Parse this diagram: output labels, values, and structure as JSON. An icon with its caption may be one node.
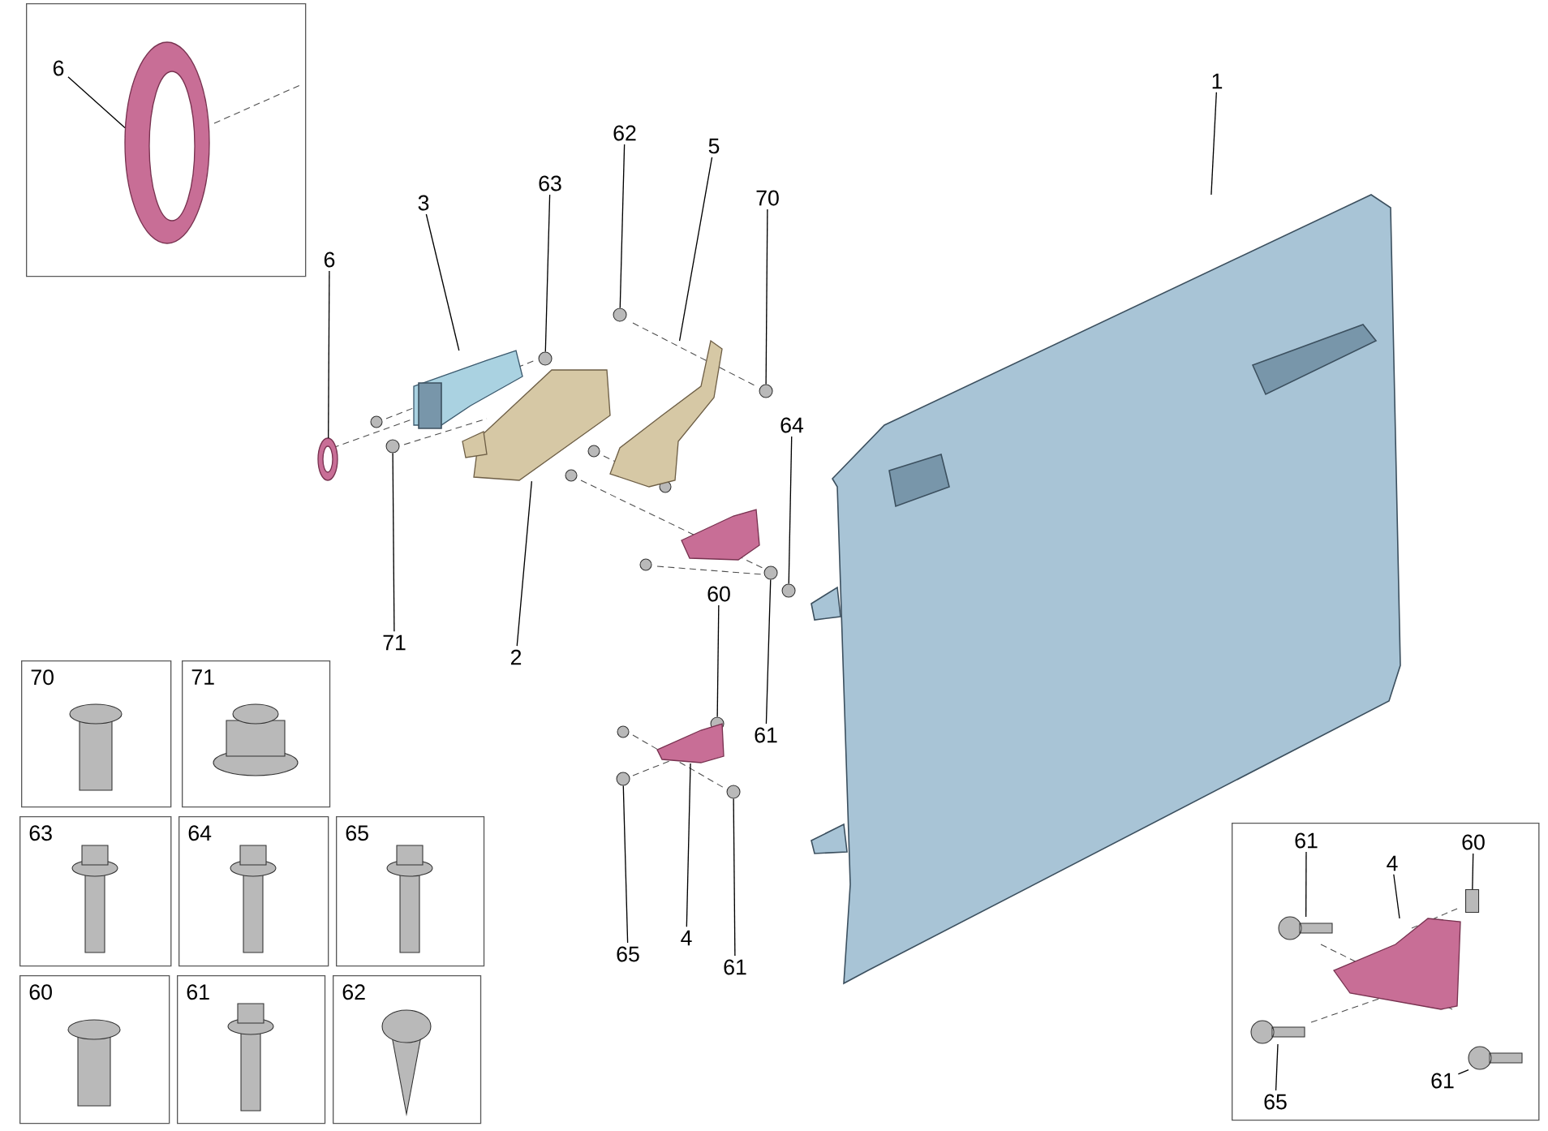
{
  "diagram": {
    "nodes": [
      {
        "text": [
          "1"
        ]
      },
      {
        "text": [
          "5"
        ]
      },
      {
        "text": [
          "70"
        ]
      },
      {
        "text": [
          "62"
        ]
      },
      {
        "text": [
          "63"
        ]
      },
      {
        "text": [
          "3"
        ]
      },
      {
        "text": [
          "6"
        ]
      },
      {
        "text": [
          "64"
        ]
      },
      {
        "text": [
          "60"
        ]
      },
      {
        "text": [
          "61"
        ]
      },
      {
        "text": [
          "71"
        ]
      },
      {
        "text": [
          "2"
        ]
      },
      {
        "text": [
          "65"
        ]
      },
      {
        "text": [
          "4"
        ]
      },
      {
        "text": [
          "61"
        ]
      },
      {
        "text": [],
        "shape": "box"
      },
      {
        "text": [
          "6"
        ],
        "in": 15
      },
      {
        "text": [],
        "shape": "box"
      },
      {
        "text": [
          "61"
        ],
        "in": 17
      },
      {
        "text": [
          "4"
        ],
        "in": 17
      },
      {
        "text": [
          "60"
        ],
        "in": 17
      },
      {
        "text": [
          "65"
        ],
        "in": 17
      },
      {
        "text": [
          "61"
        ],
        "in": 17
      },
      {
        "text": [
          "70"
        ]
      },
      {
        "text": [
          "71"
        ]
      },
      {
        "text": [
          "63"
        ]
      },
      {
        "text": [
          "64"
        ]
      },
      {
        "text": [
          "65"
        ]
      },
      {
        "text": [
          "60"
        ]
      },
      {
        "text": [
          "61"
        ]
      },
      {
        "text": [
          "62"
        ]
      },
      {
        "text": [],
        "shape": "picture"
      },
      {
        "text": [],
        "shape": "picture"
      },
      {
        "text": [],
        "shape": "circle"
      },
      {
        "text": [],
        "shape": "circle"
      },
      {
        "text": [],
        "shape": "circle"
      },
      {
        "text": [],
        "shape": "picture"
      },
      {
        "text": [],
        "shape": "picture"
      },
      {
        "text": [],
        "shape": "circle"
      },
      {
        "text": [],
        "shape": "circle"
      },
      {
        "text": [],
        "shape": "circle"
      },
      {
        "text": [],
        "shape": "circle"
      },
      {
        "text": [],
        "shape": "picture"
      },
      {
        "text": [],
        "shape": "circle"
      },
      {
        "text": [],
        "shape": "picture"
      },
      {
        "text": [],
        "shape": "circle"
      },
      {
        "text": [],
        "shape": "picture",
        "in": 15
      },
      {
        "text": [],
        "shape": "picture",
        "in": 17
      },
      {
        "text": [],
        "shape": "picture",
        "in": 17
      },
      {
        "text": [],
        "shape": "box",
        "in": 17
      },
      {
        "text": [],
        "shape": "picture",
        "in": 17
      },
      {
        "text": [],
        "shape": "picture",
        "in": 17
      }
    ],
    "edges": [
      {
        "from": 0,
        "to": 31,
        "arrow": "none"
      },
      {
        "from": 1,
        "to": 32,
        "arrow": "none"
      },
      {
        "from": 2,
        "to": 33,
        "arrow": "none"
      },
      {
        "from": 3,
        "to": 34,
        "arrow": "none"
      },
      {
        "from": 4,
        "to": 35,
        "arrow": "none"
      },
      {
        "from": 5,
        "to": 36,
        "arrow": "none"
      },
      {
        "from": 6,
        "to": 37,
        "arrow": "none"
      },
      {
        "from": 7,
        "to": 38,
        "arrow": "none"
      },
      {
        "from": 8,
        "to": 39,
        "arrow": "none"
      },
      {
        "from": 9,
        "to": 40,
        "arrow": "none"
      },
      {
        "from": 10,
        "to": 41,
        "arrow": "none"
      },
      {
        "from": 11,
        "to": 42,
        "arrow": "none"
      },
      {
        "from": 12,
        "to": 43,
        "arrow": "none"
      },
      {
        "from": 13,
        "to": 44,
        "arrow": "none"
      },
      {
        "from": 14,
        "to": 45,
        "arrow": "none"
      },
      {
        "from": 16,
        "to": 46,
        "arrow": "none"
      },
      {
        "from": 18,
        "to": 47,
        "arrow": "none"
      },
      {
        "from": 19,
        "to": 48,
        "arrow": "none"
      },
      {
        "from": 20,
        "to": 49,
        "arrow": "none"
      },
      {
        "from": 21,
        "to": 50,
        "arrow": "none"
      },
      {
        "from": 22,
        "to": 51,
        "arrow": "none"
      }
    ]
  }
}
